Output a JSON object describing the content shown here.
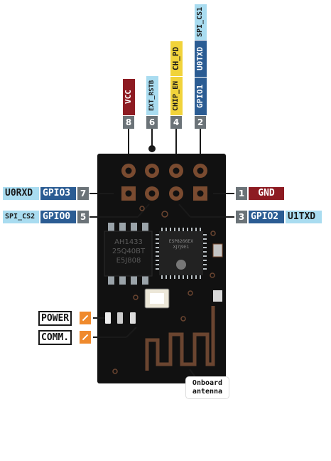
{
  "pins_top": [
    {
      "num": "8",
      "labels": [
        "VCC"
      ]
    },
    {
      "num": "6",
      "labels": [
        "EXT_RSTB"
      ]
    },
    {
      "num": "4",
      "labels": [
        "CHIP_EN",
        "CH_PD"
      ]
    },
    {
      "num": "2",
      "labels": [
        "GPIO1",
        "U0TXD",
        "SPI_CS1"
      ]
    }
  ],
  "pins_left": [
    {
      "num": "7",
      "labels": [
        "U0RXD",
        "GPIO3"
      ]
    },
    {
      "num": "5",
      "labels": [
        "SPI_CS2",
        "GPIO0"
      ]
    }
  ],
  "pins_right": [
    {
      "num": "1",
      "labels": [
        "GND"
      ]
    },
    {
      "num": "3",
      "labels": [
        "GPIO2",
        "U1TXD"
      ]
    }
  ],
  "leds": {
    "power": "POWER",
    "comm": "COMM."
  },
  "antenna": {
    "line1": "Onboard",
    "line2": "antenna"
  },
  "chips": {
    "flash": {
      "line1": "AH1433",
      "line2": "25Q40BT",
      "line3": "E5J808"
    },
    "soc": {
      "line1": "ESP8266EX",
      "line2": "XJ7J9E1"
    }
  },
  "colors": {
    "board": "#111111",
    "pin_gray": "#6b7378",
    "gpio_blue": "#2b5c93",
    "spi_light_blue": "#a9dcf0",
    "power_red": "#8d1b22",
    "enable_yellow": "#f1d33a",
    "led_orange": "#ef8a2d",
    "copper": "#7a4b30"
  }
}
